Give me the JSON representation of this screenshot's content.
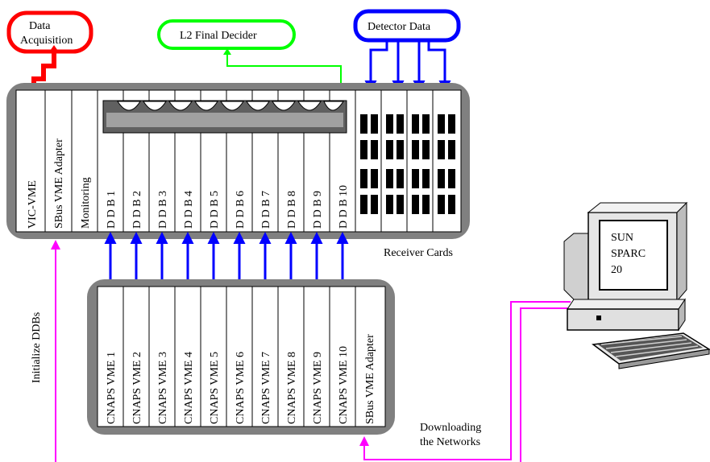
{
  "nodes": {
    "data_acquisition": [
      "Data",
      "Acquisition"
    ],
    "l2_final_decider": "L2 Final Decider",
    "detector_data": "Detector Data"
  },
  "upper_crate": {
    "vic_vme": "VIC-VME",
    "sbus_vme_adapter": "SBus VME Adapter",
    "monitoring": "Monitoring",
    "ddb_cards": [
      "D D B 1",
      "D D B 2",
      "D D B 3",
      "D D B 4",
      "D D B 5",
      "D D B 6",
      "D D B 7",
      "D D B 8",
      "D D B 9",
      "D D B 10"
    ],
    "receiver_cards_label": "Receiver Cards"
  },
  "lower_crate": {
    "cnaps_cards": [
      "CNAPS VME 1",
      "CNAPS VME 2",
      "CNAPS VME 3",
      "CNAPS VME 4",
      "CNAPS VME 5",
      "CNAPS VME 6",
      "CNAPS VME 7",
      "CNAPS VME 8",
      "CNAPS VME 9",
      "CNAPS VME 10"
    ],
    "sbus_vme_adapter": "SBus VME Adapter"
  },
  "workstation": {
    "screen_lines": [
      "SUN",
      "SPARC",
      "20"
    ]
  },
  "annotations": {
    "initialize_ddbs": "Initialize DDBs",
    "downloading_networks": [
      "Downloading",
      "the Networks"
    ]
  },
  "colors": {
    "data_acquisition": "#ff0000",
    "l2_final_decider": "#00ff00",
    "detector_data": "#0000ff",
    "ddb_links": "#0000ff",
    "host_links": "#ff00ff",
    "crate_border": "#808080"
  }
}
